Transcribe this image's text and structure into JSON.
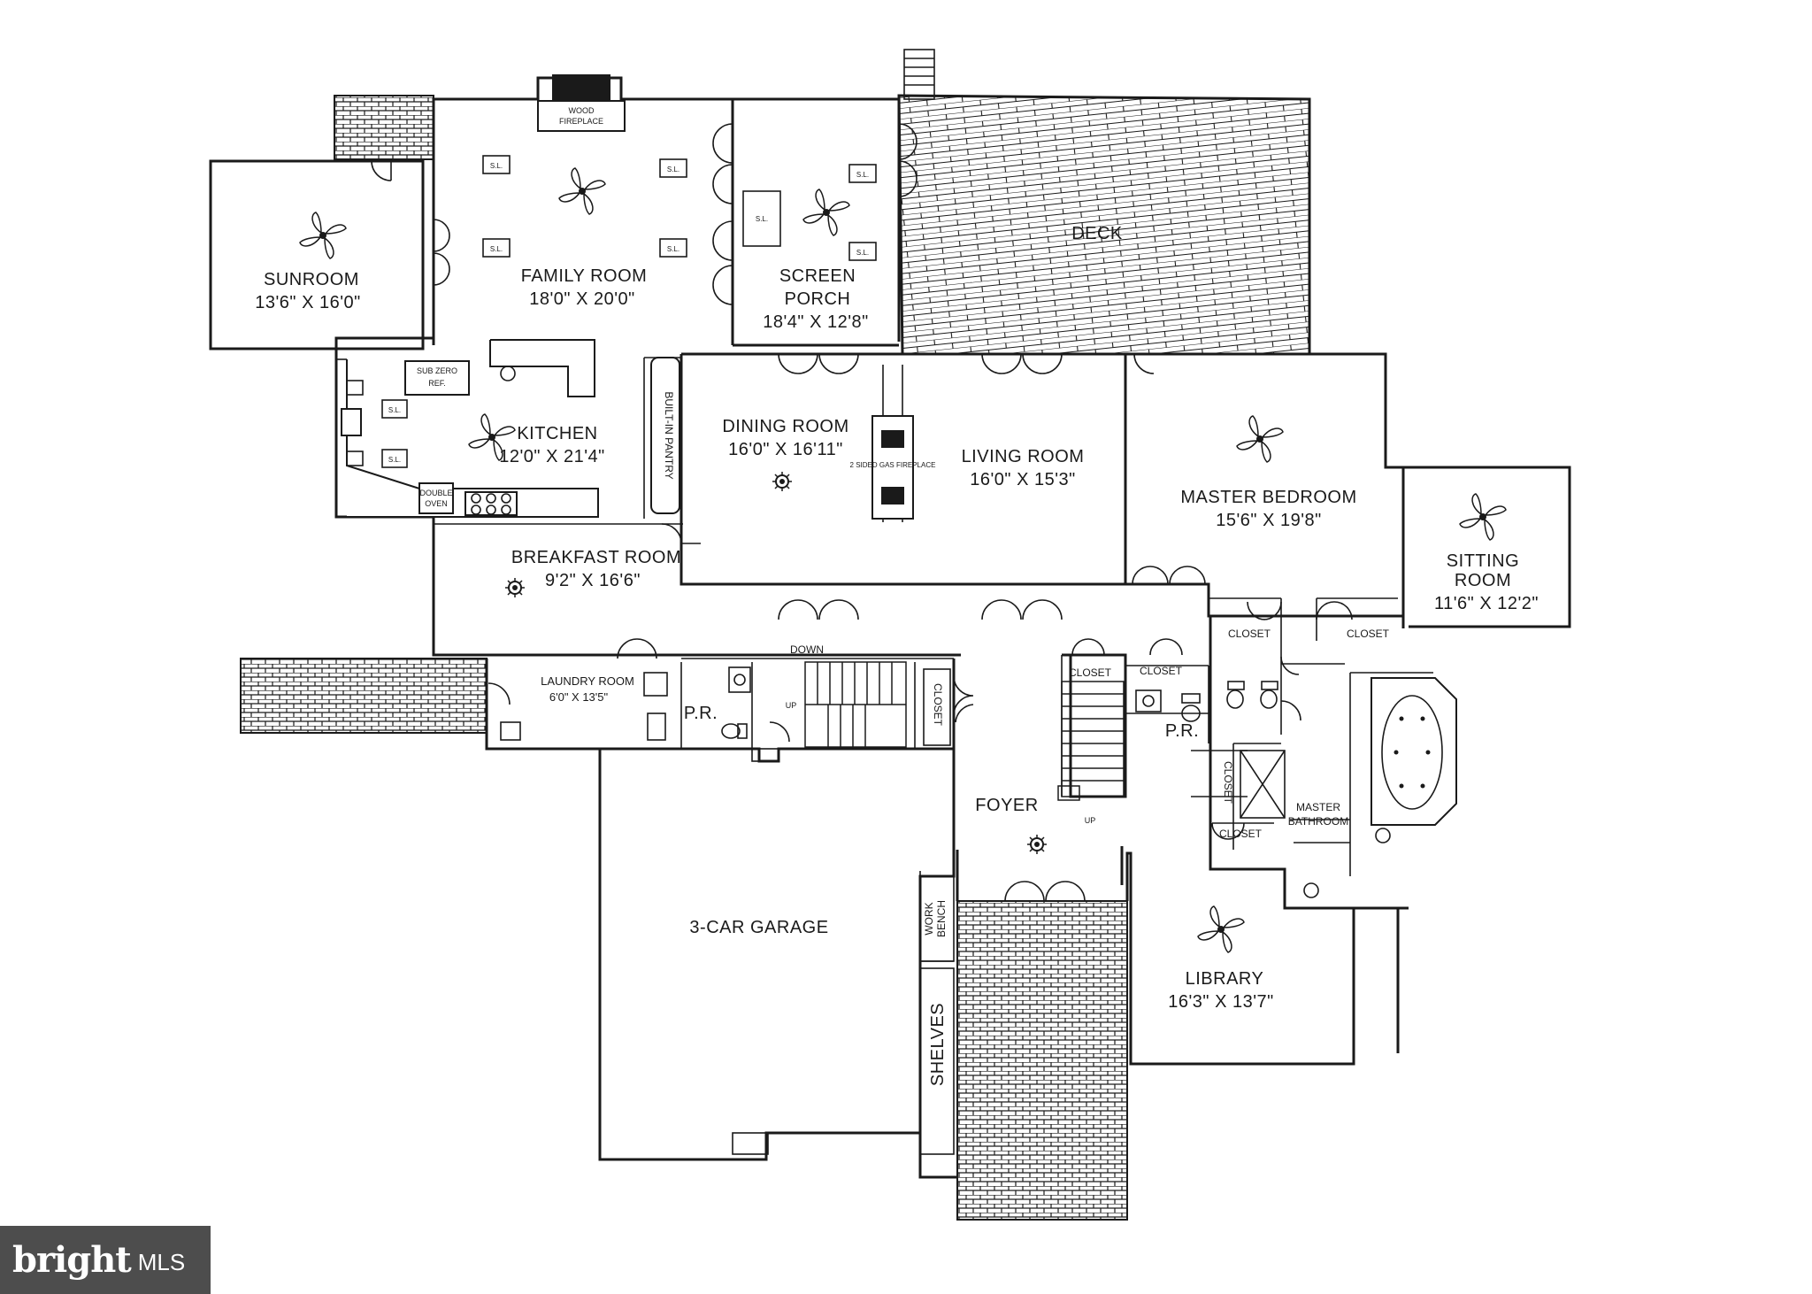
{
  "rooms": {
    "sunroom": {
      "name": "SUNROOM",
      "dim": "13'6\" X 16'0\""
    },
    "family": {
      "name": "FAMILY ROOM",
      "dim": "18'0\" X 20'0\""
    },
    "screen1": {
      "name": "SCREEN",
      "name2": "PORCH",
      "dim": "18'4\" X 12'8\""
    },
    "deck": {
      "name": "DECK"
    },
    "kitchen": {
      "name": "KITCHEN",
      "dim": "12'0\" X 21'4\""
    },
    "dining": {
      "name": "DINING ROOM",
      "dim": "16'0\" X 16'11\""
    },
    "living": {
      "name": "LIVING ROOM",
      "dim": "16'0\" X 15'3\""
    },
    "master": {
      "name": "MASTER BEDROOM",
      "dim": "15'6\" X 19'8\""
    },
    "sitting": {
      "name": "SITTING",
      "name2": "ROOM",
      "dim": "11'6\" X 12'2\""
    },
    "breakfast": {
      "name": "BREAKFAST ROOM",
      "dim": "9'2\" X 16'6\""
    },
    "laundry": {
      "name": "LAUNDRY ROOM",
      "dim": "6'0\" X 13'5\""
    },
    "garage": {
      "name": "3-CAR GARAGE"
    },
    "foyer": {
      "name": "FOYER"
    },
    "library": {
      "name": "LIBRARY",
      "dim": "16'3\" X 13'7\""
    },
    "masterbath": {
      "name": "MASTER",
      "name2": "BATHROOM"
    }
  },
  "labels": {
    "wood_fireplace_1": "WOOD",
    "wood_fireplace_2": "FIREPLACE",
    "sub_zero_1": "SUB ZERO",
    "sub_zero_2": "REF.",
    "built_in_pantry": "BUILT-IN PANTRY",
    "gas_fireplace": "2 SIDED GAS FIREPLACE",
    "double_oven_1": "DOUBLE",
    "double_oven_2": "OVEN",
    "closet": "CLOSET",
    "powder_room": "P.R.",
    "down": "DOWN",
    "up": "UP",
    "work_bench_1": "WORK",
    "work_bench_2": "BENCH",
    "shelves": "SHELVES",
    "skylight": "S.L."
  },
  "watermark": {
    "brand": "bright",
    "suffix": "MLS"
  },
  "colors": {
    "line": "#1a1a1a",
    "background": "#ffffff",
    "watermark_bg": "#4d4d4d"
  }
}
